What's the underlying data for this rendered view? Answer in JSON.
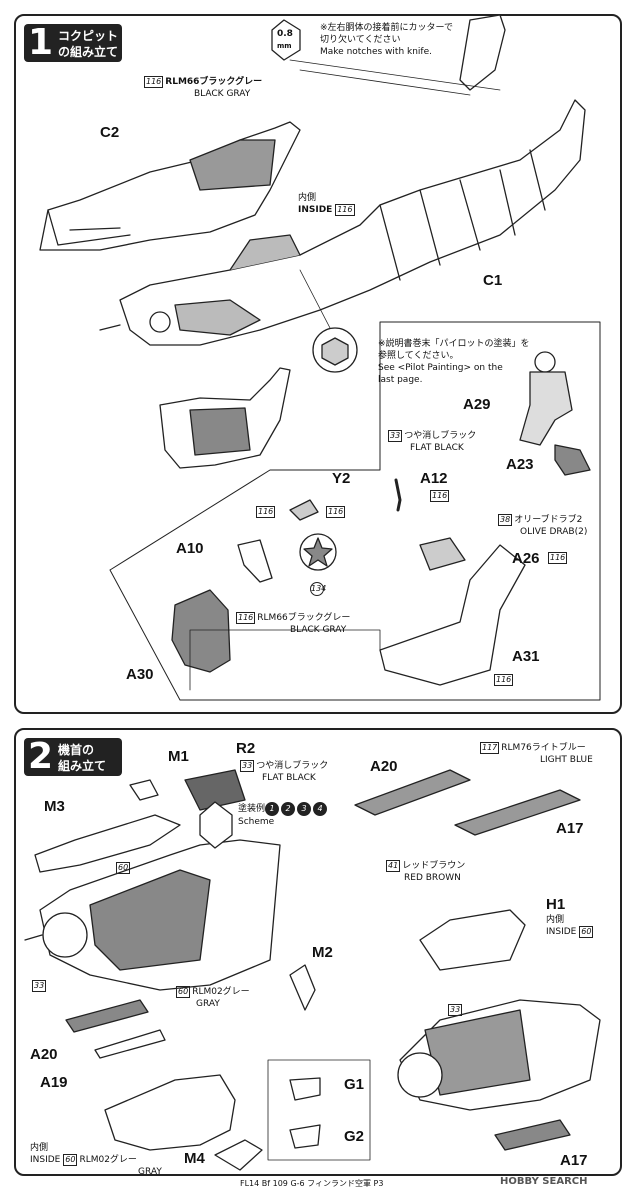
{
  "step1": {
    "number": "1",
    "title_line1": "コクピット",
    "title_line2": "の組み立て",
    "knife_note": {
      "size": "0.8",
      "unit": "mm",
      "jp_line1": "※左右胴体の接着前にカッターで",
      "jp_line2": "切り欠いてください",
      "en": "Make notches with knife."
    },
    "paint_116_top": {
      "code": "116",
      "jp": "RLM66ブラックグレー",
      "en": "BLACK GRAY"
    },
    "inside_116": {
      "jp": "内側",
      "en": "INSIDE",
      "code": "116"
    },
    "pilot_note": {
      "jp_line1": "※説明書巻末「パイロットの塗装」を",
      "jp_line2": "参照してください。",
      "en_line1": "See <Pilot Painting> on the",
      "en_line2": "last page."
    },
    "flat_black_33": {
      "code": "33",
      "jp": "つや消しブラック",
      "en": "FLAT BLACK"
    },
    "olive_38": {
      "code": "38",
      "jp": "オリーブドラブ2",
      "en": "OLIVE DRAB(2)"
    },
    "rlm66_116": {
      "code": "116",
      "jp": "RLM66ブラックグレー",
      "en": "BLACK GRAY"
    },
    "parts": {
      "c2": "C2",
      "c1": "C1",
      "a29": "A29",
      "a23": "A23",
      "a12": "A12",
      "y2": "Y2",
      "a10": "A10",
      "a26": "A26",
      "a30": "A30",
      "a31": "A31"
    },
    "codes": {
      "a12": "116",
      "y2": "116",
      "a10": "116",
      "a26": "116",
      "a31": "116",
      "decal": "134"
    }
  },
  "step2": {
    "number": "2",
    "title_line1": "機首の",
    "title_line2": "組み立て",
    "flat_black_33": {
      "code": "33",
      "jp": "つや消しブラック",
      "en": "FLAT BLACK"
    },
    "scheme": {
      "jp": "塗装例",
      "en": "Scheme",
      "nums": [
        "1",
        "2",
        "3",
        "4"
      ]
    },
    "rlm76_117": {
      "code": "117",
      "jp": "RLM76ライトブルー",
      "en": "LIGHT BLUE"
    },
    "red_brown_41": {
      "code": "41",
      "jp": "レッドブラウン",
      "en": "RED BROWN"
    },
    "inside_60": {
      "jp": "内側",
      "en": "INSIDE",
      "code": "60"
    },
    "rlm02_60": {
      "code": "60",
      "jp": "RLM02グレー",
      "en": "GRAY"
    },
    "m4_paint": {
      "jp_inside": "内側",
      "en_inside": "INSIDE",
      "code": "60",
      "jp": "RLM02グレー",
      "en": "GRAY"
    },
    "parts": {
      "m1": "M1",
      "r2": "R2",
      "m3": "M3",
      "a20": "A20",
      "a17": "A17",
      "h1": "H1",
      "m2": "M2",
      "a20b": "A20",
      "a19": "A19",
      "g1": "G1",
      "g2": "G2",
      "m4": "M4",
      "a17b": "A17"
    },
    "codes": {
      "m3": "60",
      "a33": "33",
      "h1_33": "33"
    }
  },
  "footer": "FL14 Bf 109 G-6 フィンランド空軍 P3",
  "watermark": "HOBBY SEARCH"
}
